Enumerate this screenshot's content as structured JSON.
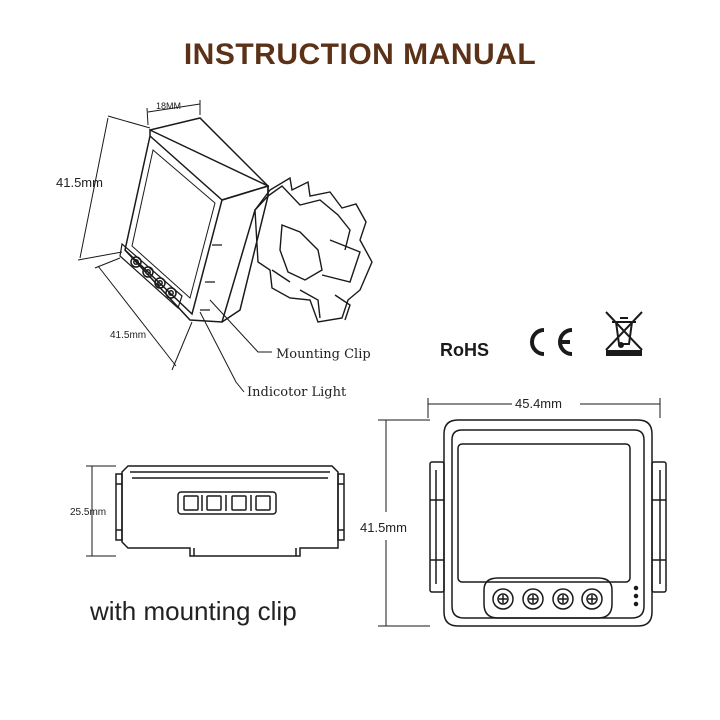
{
  "title": "INSTRUCTION MANUAL",
  "dimensions": {
    "top_depth": "18MM",
    "iso_height": "41.5mm",
    "iso_width": "41.5mm",
    "front_width": "45.4mm",
    "front_height": "41.5mm",
    "side_height": "25.5mm"
  },
  "labels": {
    "mounting_clip": "Mounting Clip",
    "indicator_light": "Indicotor Light",
    "caption": "with mounting clip"
  },
  "certifications": {
    "rohs": "RoHS",
    "ce": "CE"
  },
  "icons": [
    "rohs-mark",
    "ce-mark-icon",
    "weee-crossed-bin-icon"
  ],
  "colors": {
    "title": "#5b3218",
    "line": "#1a1a1a"
  }
}
